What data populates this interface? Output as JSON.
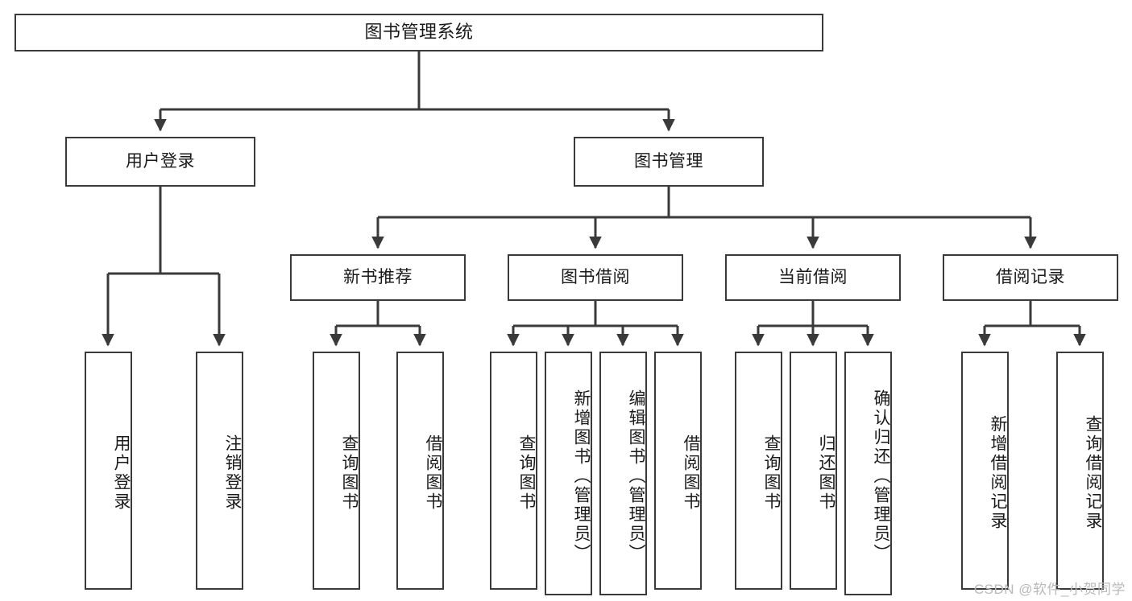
{
  "diagram": {
    "title": "图书管理系统",
    "type": "tree-hierarchy-chart",
    "line_color": "#3a3a3a",
    "box_fill": "#ffffff",
    "text_color": "#1a1a1a",
    "root": {
      "label": "图书管理系统"
    },
    "level2": [
      {
        "label": "用户登录"
      },
      {
        "label": "图书管理"
      }
    ],
    "level3": [
      {
        "label": "新书推荐"
      },
      {
        "label": "图书借阅"
      },
      {
        "label": "当前借阅"
      },
      {
        "label": "借阅记录"
      }
    ],
    "leaves_user_login": [
      {
        "label": "用户登录"
      },
      {
        "label": "注销登录"
      }
    ],
    "leaves_new_book": [
      {
        "label": "查询图书"
      },
      {
        "label": "借阅图书"
      }
    ],
    "leaves_borrow": [
      {
        "label": "查询图书"
      },
      {
        "label": "新增图书（管理员）"
      },
      {
        "label": "编辑图书（管理员）"
      },
      {
        "label": "借阅图书"
      }
    ],
    "leaves_current": [
      {
        "label": "查询图书"
      },
      {
        "label": "归还图书"
      },
      {
        "label": "确认归还（管理员）"
      }
    ],
    "leaves_records": [
      {
        "label": "新增借阅记录"
      },
      {
        "label": "查询借阅记录"
      }
    ]
  },
  "watermark": {
    "text": "CSDN @软件_小贺同学"
  }
}
